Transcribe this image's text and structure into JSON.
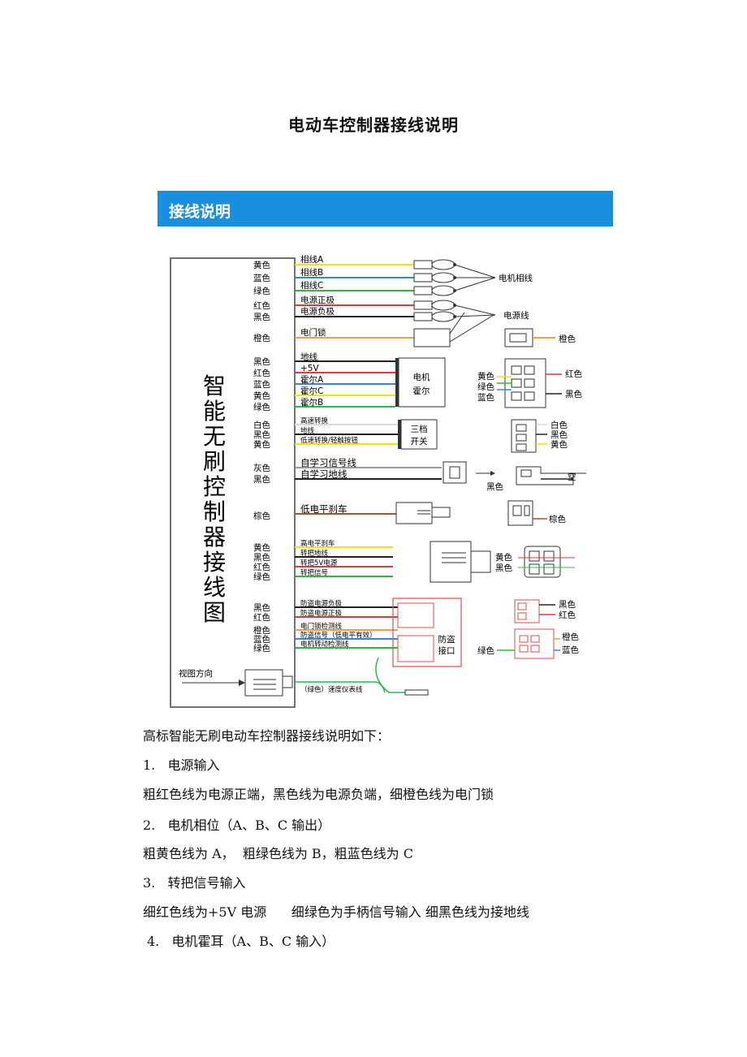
{
  "page_title": "电动车控制器接线说明",
  "figure": {
    "banner_title": "接线说明",
    "controller_label": "智能无刷控制器接线图",
    "groups": {
      "phase": {
        "colors": [
          "黄色",
          "蓝色",
          "绿色"
        ],
        "wires": [
          "相线A",
          "相线B",
          "相线C"
        ],
        "target": "电机相线"
      },
      "power": {
        "colors": [
          "红色",
          "黑色"
        ],
        "wires": [
          "电源正极",
          "电源负极"
        ],
        "target": "电源线"
      },
      "lock": {
        "colors": [
          "橙色"
        ],
        "wires": [
          "电门锁"
        ],
        "side": "橙色"
      },
      "hall": {
        "colors": [
          "黑色",
          "红色",
          "蓝色",
          "黄色",
          "绿色"
        ],
        "wires": [
          "地线",
          "+5V",
          "霍尔A",
          "霍尔C",
          "霍尔B"
        ],
        "box": "电机霍尔",
        "side": [
          "黄色",
          "绿色",
          "蓝色",
          "红色",
          "黑色"
        ]
      },
      "speed": {
        "colors": [
          "白色",
          "黑色",
          "黄色"
        ],
        "wires": [
          "高速转换",
          "地线",
          "低速转换/轻触按钮"
        ],
        "box": "三档开关",
        "side": [
          "白色",
          "黑色",
          "黄色"
        ]
      },
      "learn": {
        "colors": [
          "灰色",
          "黑色"
        ],
        "wires": [
          "自学习信号线",
          "自学习地线"
        ],
        "side": [
          "黑色",
          "空"
        ]
      },
      "brake": {
        "colors": [
          "棕色"
        ],
        "wires": [
          "低电平刹车"
        ],
        "side": "棕色"
      },
      "throttle": {
        "colors": [
          "黄色",
          "黑色",
          "红色",
          "绿色"
        ],
        "wires": [
          "高电平刹车",
          "转把地线",
          "转把5V电源",
          "转把信号"
        ],
        "side": [
          "黄色",
          "黑色"
        ]
      },
      "antitheft": {
        "colors": [
          "黑色",
          "红色",
          "橙色",
          "蓝色",
          "绿色"
        ],
        "wires": [
          "防盗电源负极",
          "防盗电源正极",
          "电门锁检测线",
          "防盗信号（低电平有效）",
          "电机转动检测线"
        ],
        "box": "防盗接口",
        "side": [
          "黑色",
          "红色",
          "橙色",
          "蓝色",
          "绿色"
        ]
      },
      "view": {
        "label": "视图方向",
        "speedometer": "（绿色）速度仪表线"
      }
    }
  },
  "text": {
    "intro": "高标智能无刷电动车控制器接线说明如下：",
    "items": [
      {
        "num": "1.",
        "heading": "电源输入",
        "desc": "粗红色线为电源正端，黑色线为电源负端，细橙色线为电门锁"
      },
      {
        "num": "2.",
        "heading": "电机相位（A、B、C 输出）",
        "desc": "粗黄色线为 A，  粗绿色线为 B，粗蓝色线为 C"
      },
      {
        "num": "3.",
        "heading": "转把信号输入",
        "desc": "细红色线为+5V 电源      细绿色为手柄信号输入 细黑色线为接地线"
      },
      {
        "num": "4.",
        "heading": "电机霍耳（A、B、C 输入）",
        "desc": ""
      }
    ]
  },
  "colors": {
    "banner": "#1a8fe0",
    "yellow": "#f2e600",
    "blue": "#3a86d6",
    "green": "#2db84a",
    "red": "#e03a3a",
    "black": "#222222",
    "orange": "#f0a040",
    "white_wire": "#d9d9d9",
    "gray": "#9a9a9a",
    "brown": "#9a5a2a",
    "pink_box": "#e24a4a"
  }
}
